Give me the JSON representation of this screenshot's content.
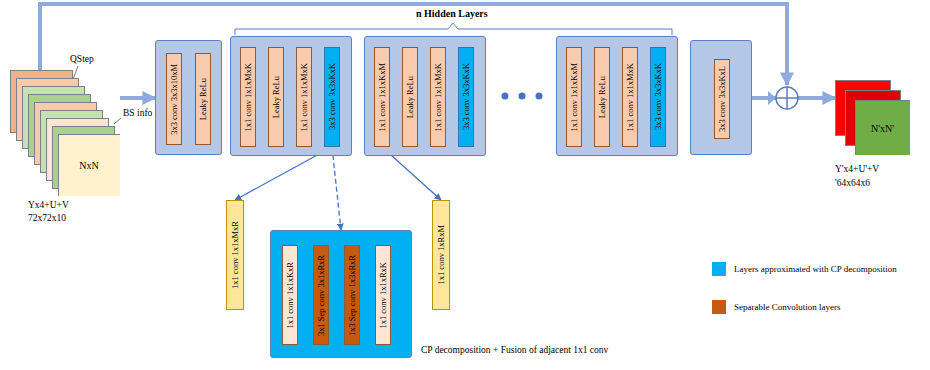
{
  "diagram": {
    "nodes": [
      {
        "text": [
          "NxN"
        ]
      },
      {
        "text": []
      },
      {
        "text": [
          "3x3 conv 3x3x10xM"
        ],
        "in": 1
      },
      {
        "text": [
          "Leaky ReLu"
        ],
        "in": 1
      },
      {
        "text": []
      },
      {
        "text": [
          "1x1 conv 1x1xMxK"
        ],
        "in": 4
      },
      {
        "text": [
          "Leaky ReLu"
        ],
        "in": 4
      },
      {
        "text": [
          "1x1 conv 1x1xMxK"
        ],
        "in": 4
      },
      {
        "text": [
          "3x3 conv 3x3xKxK"
        ],
        "in": 4
      },
      {
        "text": []
      },
      {
        "text": [
          "1x1 conv 1x1xKxM"
        ],
        "in": 9
      },
      {
        "text": [
          "Leaky ReLu"
        ],
        "in": 9
      },
      {
        "text": [
          "1x1 conv 1x1xMxK"
        ],
        "in": 9
      },
      {
        "text": [
          "3x3 conv 3x3xKxK"
        ],
        "in": 9
      },
      {
        "text": []
      },
      {
        "text": [
          "1x1 conv 1x1xKxM"
        ],
        "in": 14
      },
      {
        "text": [
          "Leaky ReLu"
        ],
        "in": 14
      },
      {
        "text": [
          "1x1 conv 1x1xMxK"
        ],
        "in": 14
      },
      {
        "text": [
          "3x3 conv 3x3xKxK"
        ],
        "in": 14
      },
      {
        "text": []
      },
      {
        "text": [
          "3x3 conv 3x3xKxL"
        ],
        "in": 19
      },
      {
        "text": [
          "N'xN'"
        ]
      },
      {
        "text": [
          "1x1 conv 1x1xMxR"
        ]
      },
      {
        "text": [
          "CP decomposition + Fusion of adjacent 1x1 conv"
        ]
      },
      {
        "text": [
          "1x1 conv 1x1xKxR"
        ],
        "in": 23
      },
      {
        "text": [
          "3x1 Sep conv 3x1xRxR"
        ],
        "in": 23
      },
      {
        "text": [
          "1x3 Sep conv 1x3xRxR"
        ],
        "in": 23
      },
      {
        "text": [
          "1x1 conv 1x1xRxK"
        ],
        "in": 23
      },
      {
        "text": [
          "1x1 conv 1xRxM"
        ]
      }
    ],
    "edges": [
      {
        "from": 0,
        "to": 1,
        "arrow": "to"
      },
      {
        "from": 19,
        "to": 21,
        "arrow": "to"
      },
      {
        "from": 8,
        "to": 22,
        "arrow": "to"
      },
      {
        "from": 8,
        "to": 23,
        "arrow": "to"
      },
      {
        "from": 10,
        "to": 28,
        "arrow": "to"
      }
    ],
    "labels": [
      "QStep",
      "BS info",
      "Yx4+U+V",
      "72x72x10",
      "n Hidden Layers",
      "Y'x4+U'+V",
      "'64x64x6"
    ],
    "legend": [
      {
        "text": "Layers approximated with CP decomposition",
        "color": "#00b0f0"
      },
      {
        "text": "Separable Convolution layers",
        "color": "#c55a11"
      }
    ]
  }
}
